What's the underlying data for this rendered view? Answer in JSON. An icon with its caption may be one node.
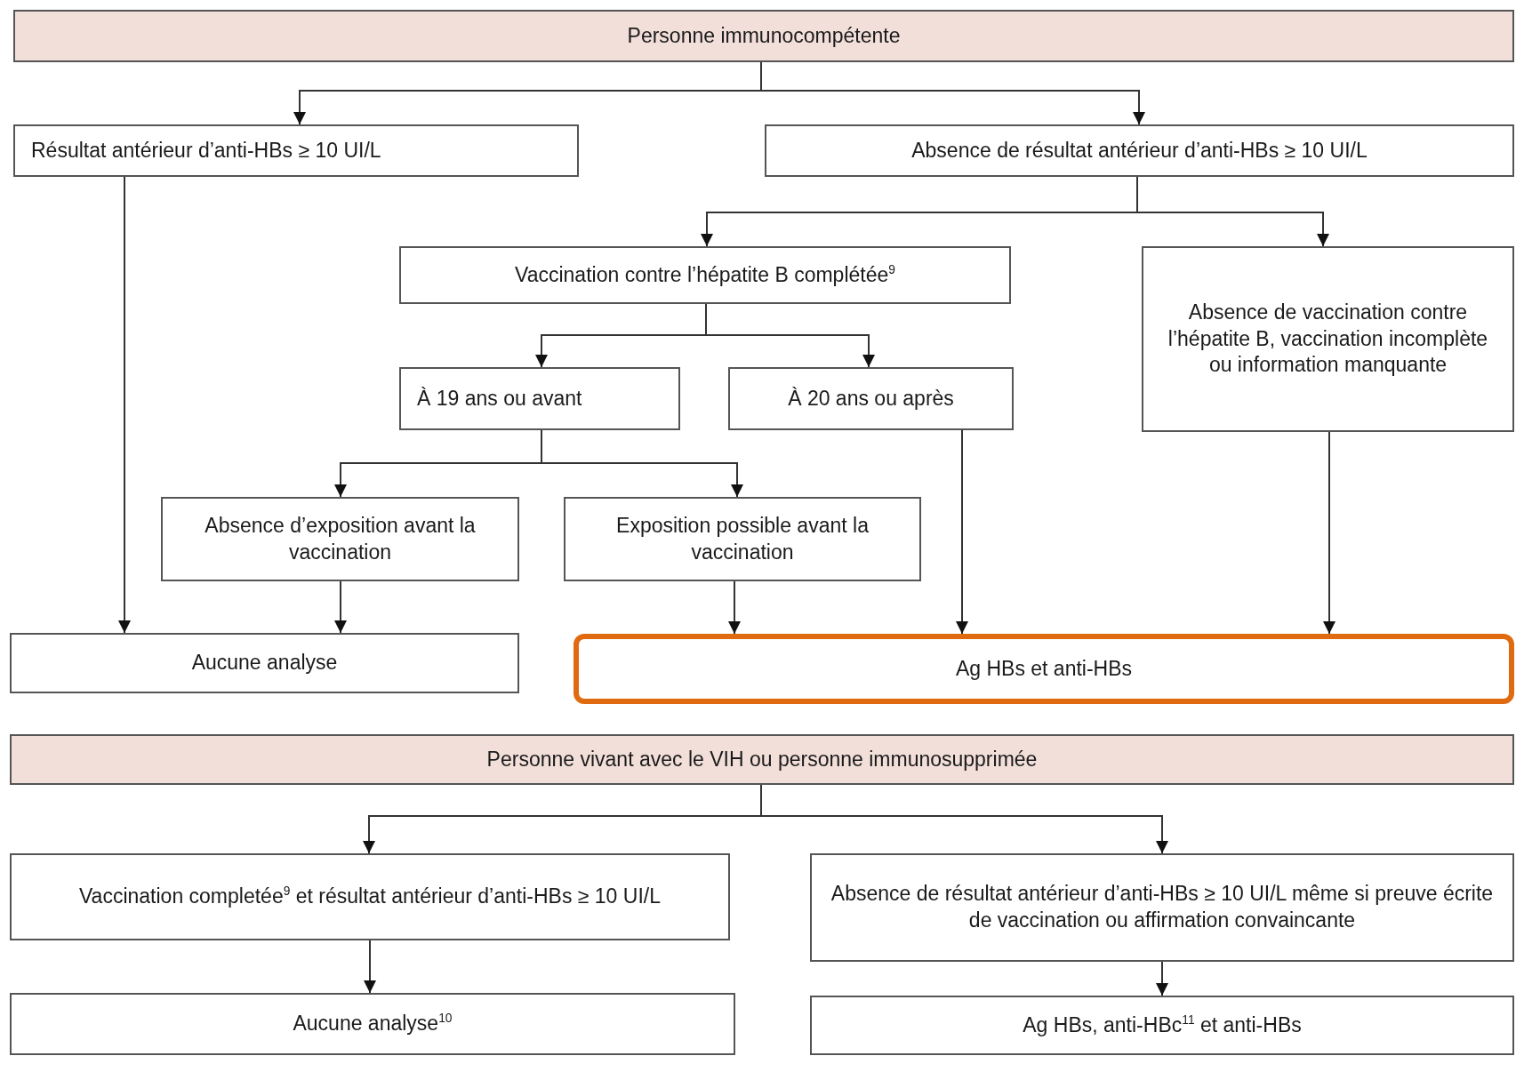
{
  "diagram": {
    "nodes": [
      {
        "text": [
          "Personne immunocompétente"
        ]
      },
      {
        "text": [
          "Résultat antérieur d’anti-HBs ≥ 10 UI/L"
        ]
      },
      {
        "text": [
          "Absence de résultat antérieur d’anti-HBs ≥ 10 UI/L"
        ]
      },
      {
        "text": [
          "Vaccination contre l’hépatite B complétée$^{9}$"
        ]
      },
      {
        "text": [
          "Absence de vaccination contre l’hépatite B, vaccination incomplète ou information manquante"
        ]
      },
      {
        "text": [
          "À 19 ans ou avant"
        ]
      },
      {
        "text": [
          "À 20 ans ou après"
        ]
      },
      {
        "text": [
          "Absence d’exposition avant la vaccination"
        ]
      },
      {
        "text": [
          "Exposition possible avant la vaccination"
        ]
      },
      {
        "text": [
          "Aucune analyse"
        ]
      },
      {
        "text": [
          "Ag HBs et anti-HBs"
        ]
      },
      {
        "text": [
          "Personne vivant avec le VIH ou personne immunosupprimée"
        ]
      },
      {
        "text": [
          "Vaccination completée$^{9}$ et résultat antérieur d’anti-HBs ≥ 10 UI/L"
        ]
      },
      {
        "text": [
          "Absence de résultat antérieur d’anti-HBs ≥ 10 UI/L même si preuve écrite de vaccination ou affirmation convaincante"
        ]
      },
      {
        "text": [
          "Aucune analyse$^{10}$"
        ]
      },
      {
        "text": [
          "Ag HBs, anti-HBc$^{11}$ et anti-HBs"
        ]
      }
    ],
    "edges": [
      {
        "from": 0,
        "to": 1,
        "arrow": "to"
      },
      {
        "from": 0,
        "to": 2,
        "arrow": "to"
      },
      {
        "from": 1,
        "to": 9,
        "arrow": "to"
      },
      {
        "from": 2,
        "to": 3,
        "arrow": "to"
      },
      {
        "from": 2,
        "to": 4,
        "arrow": "to"
      },
      {
        "from": 3,
        "to": 5,
        "arrow": "to"
      },
      {
        "from": 3,
        "to": 6,
        "arrow": "to"
      },
      {
        "from": 5,
        "to": 7,
        "arrow": "to"
      },
      {
        "from": 5,
        "to": 8,
        "arrow": "to"
      },
      {
        "from": 7,
        "to": 9,
        "arrow": "to"
      },
      {
        "from": 8,
        "to": 10,
        "arrow": "to"
      },
      {
        "from": 6,
        "to": 10,
        "arrow": "to"
      },
      {
        "from": 4,
        "to": 10,
        "arrow": "to"
      },
      {
        "from": 11,
        "to": 12,
        "arrow": "to"
      },
      {
        "from": 11,
        "to": 13,
        "arrow": "to"
      },
      {
        "from": 12,
        "to": 14,
        "arrow": "to"
      },
      {
        "from": 13,
        "to": 15,
        "arrow": "to"
      }
    ]
  }
}
